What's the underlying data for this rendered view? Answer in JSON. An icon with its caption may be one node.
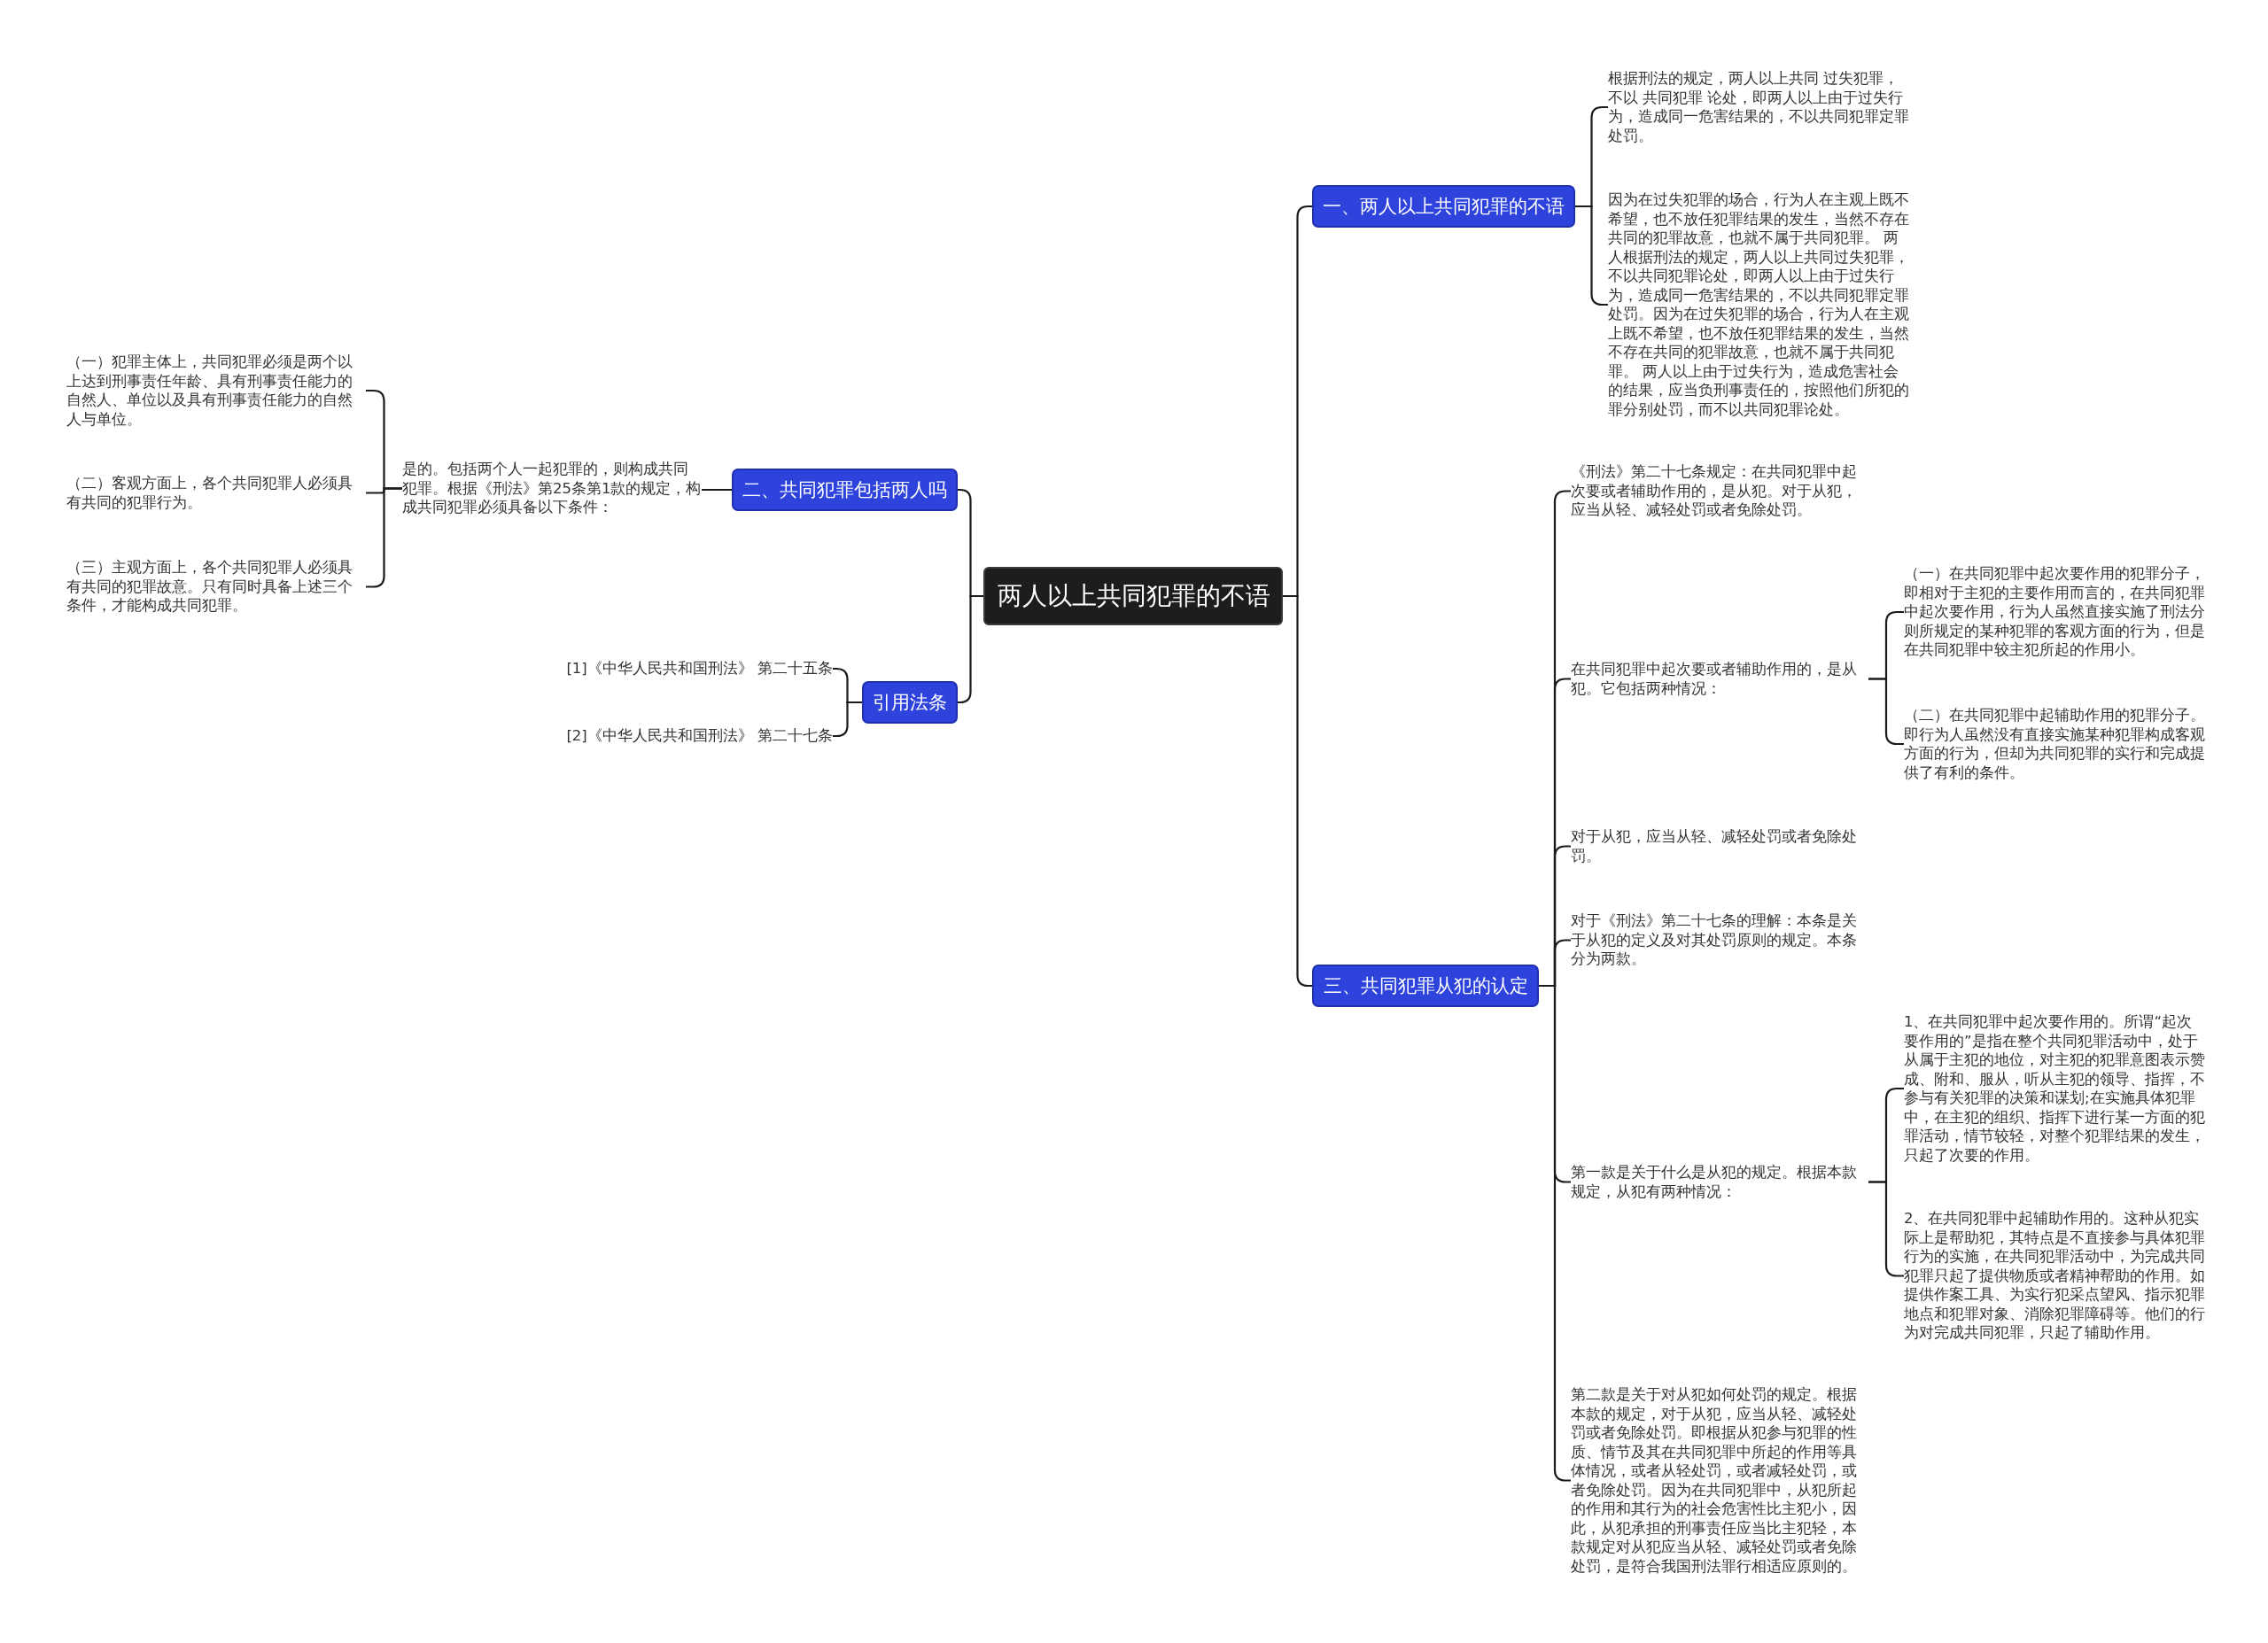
{
  "diagram": {
    "nodes": [
      {
        "text": [
          "两人以上共同犯罪的不语"
        ]
      },
      {
        "text": [
          "一、两人以上共同犯罪的不语"
        ]
      },
      {
        "text": [
          "根据刑法的规定，两人以上共同 过失犯罪，不以 共同犯罪 论处，即两人以上由于过失行为，造成同一危害结果的，不以共同犯罪定罪处罚。"
        ]
      },
      {
        "text": [
          "因为在过失犯罪的场合，行为人在主观上既不希望，也不放任犯罪结果的发生，当然不存在共同的犯罪故意，也就不属于共同犯罪。 两人根据刑法的规定，两人以上共同过失犯罪，不以共同犯罪论处，即两人以上由于过失行为，造成同一危害结果的，不以共同犯罪定罪处罚。因为在过失犯罪的场合，行为人在主观上既不希望，也不放任犯罪结果的发生，当然不存在共同的犯罪故意，也就不属于共同犯罪。 两人以上由于过失行为，造成危害社会的结果，应当负刑事责任的，按照他们所犯的罪分别处罚，而不以共同犯罪论处。"
        ]
      },
      {
        "text": [
          "三、共同犯罪从犯的认定"
        ]
      },
      {
        "text": [
          "《刑法》第二十七条规定：在共同犯罪中起次要或者辅助作用的，是从犯。对于从犯，应当从轻、减轻处罚或者免除处罚。"
        ]
      },
      {
        "text": [
          "在共同犯罪中起次要或者辅助作用的，是从犯。它包括两种情况："
        ]
      },
      {
        "text": [
          "（一）在共同犯罪中起次要作用的犯罪分子，即相对于主犯的主要作用而言的，在共同犯罪中起次要作用，行为人虽然直接实施了刑法分则所规定的某种犯罪的客观方面的行为，但是在共同犯罪中较主犯所起的作用小。"
        ]
      },
      {
        "text": [
          "（二）在共同犯罪中起辅助作用的犯罪分子。即行为人虽然没有直接实施某种犯罪构成客观方面的行为，但却为共同犯罪的实行和完成提供了有利的条件。"
        ]
      },
      {
        "text": [
          "对于从犯，应当从轻、减轻处罚或者免除处罚。"
        ]
      },
      {
        "text": [
          "对于《刑法》第二十七条的理解：本条是关于从犯的定义及对其处罚原则的规定。本条分为两款。"
        ]
      },
      {
        "text": [
          "第一款是关于什么是从犯的规定。根据本款规定，从犯有两种情况："
        ]
      },
      {
        "text": [
          "1、在共同犯罪中起次要作用的。所谓“起次要作用的”是指在整个共同犯罪活动中，处于从属于主犯的地位，对主犯的犯罪意图表示赞成、附和、服从，听从主犯的领导、指挥，不参与有关犯罪的决策和谋划;在实施具体犯罪中，在主犯的组织、指挥下进行某一方面的犯罪活动，情节较轻，对整个犯罪结果的发生，只起了次要的作用。"
        ]
      },
      {
        "text": [
          "2、在共同犯罪中起辅助作用的。这种从犯实际上是帮助犯，其特点是不直接参与具体犯罪行为的实施，在共同犯罪活动中，为完成共同犯罪只起了提供物质或者精神帮助的作用。如提供作案工具、为实行犯采点望风、指示犯罪地点和犯罪对象、消除犯罪障碍等。他们的行为对完成共同犯罪，只起了辅助作用。"
        ]
      },
      {
        "text": [
          "第二款是关于对从犯如何处罚的规定。根据本款的规定，对于从犯，应当从轻、减轻处罚或者免除处罚。即根据从犯参与犯罪的性质、情节及其在共同犯罪中所起的作用等具体情况，或者从轻处罚，或者减轻处罚，或者免除处罚。因为在共同犯罪中，从犯所起的作用和其行为的社会危害性比主犯小，因此，从犯承担的刑事责任应当比主犯轻，本款规定对从犯应当从轻、减轻处罚或者免除处罚，是符合我国刑法罪行相适应原则的。"
        ]
      },
      {
        "text": [
          "二、共同犯罪包括两人吗"
        ]
      },
      {
        "text": [
          "是的。包括两个人一起犯罪的，则构成共同犯罪。根据《刑法》第25条第1款的规定，构成共同犯罪必须具备以下条件："
        ]
      },
      {
        "text": [
          "（一）犯罪主体上，共同犯罪必须是两个以上达到刑事责任年龄、具有刑事责任能力的自然人、单位以及具有刑事责任能力的自然人与单位。"
        ]
      },
      {
        "text": [
          "（二）客观方面上，各个共同犯罪人必须具有共同的犯罪行为。"
        ]
      },
      {
        "text": [
          "（三）主观方面上，各个共同犯罪人必须具有共同的犯罪故意。只有同时具备上述三个条件，才能构成共同犯罪。"
        ]
      },
      {
        "text": [
          "引用法条"
        ]
      },
      {
        "text": [
          "[1]《中华人民共和国刑法》 第二十五条"
        ]
      },
      {
        "text": [
          "[2]《中华人民共和国刑法》 第二十七条"
        ]
      }
    ],
    "edges": [
      {
        "from": 0,
        "to": 1,
        "arrow": "none"
      },
      {
        "from": 1,
        "to": 2,
        "arrow": "none"
      },
      {
        "from": 1,
        "to": 3,
        "arrow": "none"
      },
      {
        "from": 0,
        "to": 4,
        "arrow": "none"
      },
      {
        "from": 4,
        "to": 5,
        "arrow": "none"
      },
      {
        "from": 4,
        "to": 6,
        "arrow": "none"
      },
      {
        "from": 6,
        "to": 7,
        "arrow": "none"
      },
      {
        "from": 6,
        "to": 8,
        "arrow": "none"
      },
      {
        "from": 4,
        "to": 9,
        "arrow": "none"
      },
      {
        "from": 4,
        "to": 10,
        "arrow": "none"
      },
      {
        "from": 4,
        "to": 11,
        "arrow": "none"
      },
      {
        "from": 11,
        "to": 12,
        "arrow": "none"
      },
      {
        "from": 11,
        "to": 13,
        "arrow": "none"
      },
      {
        "from": 4,
        "to": 14,
        "arrow": "none"
      },
      {
        "from": 0,
        "to": 15,
        "arrow": "none"
      },
      {
        "from": 15,
        "to": 16,
        "arrow": "none"
      },
      {
        "from": 16,
        "to": 17,
        "arrow": "none"
      },
      {
        "from": 16,
        "to": 18,
        "arrow": "none"
      },
      {
        "from": 16,
        "to": 19,
        "arrow": "none"
      },
      {
        "from": 0,
        "to": 20,
        "arrow": "none"
      },
      {
        "from": 20,
        "to": 21,
        "arrow": "none"
      },
      {
        "from": 20,
        "to": 22,
        "arrow": "none"
      }
    ]
  }
}
